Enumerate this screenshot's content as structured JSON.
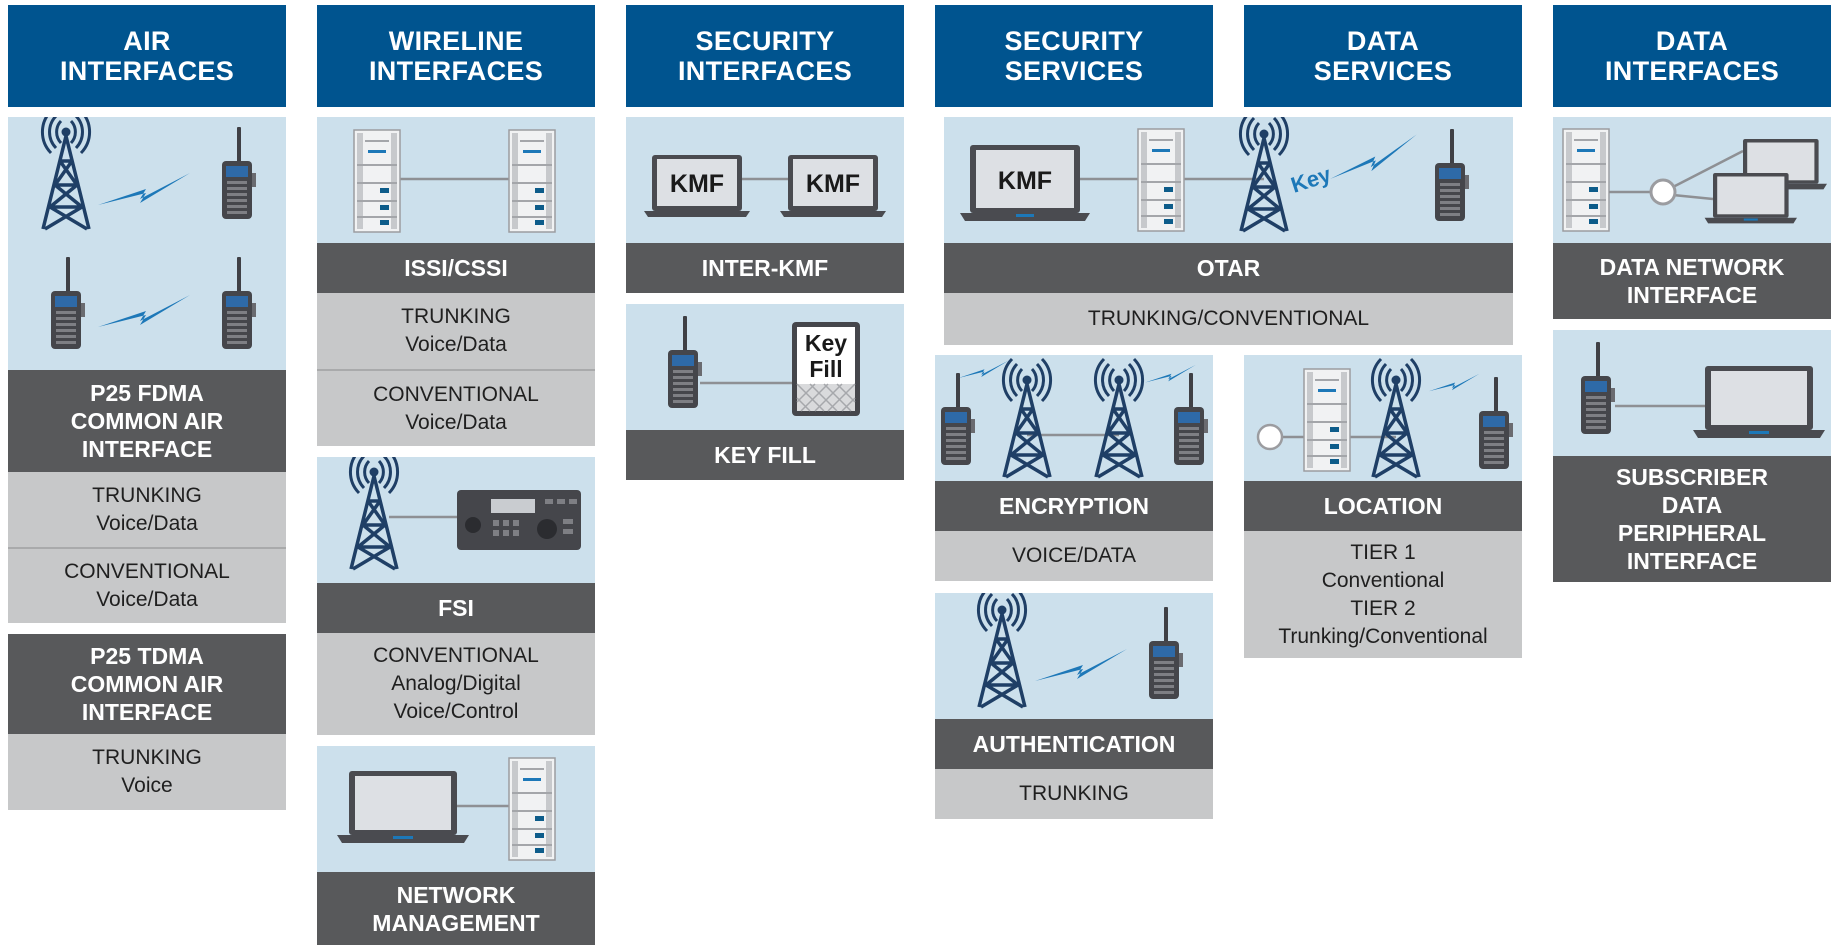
{
  "columns": {
    "air": "AIR\nINTERFACES",
    "wireline": "WIRELINE\nINTERFACES",
    "security_if": "SECURITY\nINTERFACES",
    "security_svc": "SECURITY\nSERVICES",
    "data_svc": "DATA\nSERVICES",
    "data_if": "DATA\nINTERFACES"
  },
  "fdma": {
    "title": "P25 FDMA\nCOMMON AIR\nINTERFACE",
    "trunking": "TRUNKING\nVoice/Data",
    "conventional": "CONVENTIONAL\nVoice/Data"
  },
  "tdma": {
    "title": "P25 TDMA\nCOMMON AIR\nINTERFACE",
    "trunking": "TRUNKING\nVoice"
  },
  "issi": {
    "title": "ISSI/CSSI",
    "trunking": "TRUNKING\nVoice/Data",
    "conventional": "CONVENTIONAL\nVoice/Data"
  },
  "fsi": {
    "title": "FSI",
    "conventional": "CONVENTIONAL\nAnalog/Digital\nVoice/Control"
  },
  "netmgmt": {
    "title": "NETWORK\nMANAGEMENT"
  },
  "interkmf": {
    "title": "INTER-KMF",
    "kmf1": "KMF",
    "kmf2": "KMF"
  },
  "keyfill": {
    "title": "KEY FILL",
    "device_l1": "Key",
    "device_l2": "Fill"
  },
  "otar": {
    "title": "OTAR",
    "sub": "TRUNKING/CONVENTIONAL",
    "kmf": "KMF",
    "key": "Key"
  },
  "encryption": {
    "title": "ENCRYPTION",
    "sub": "VOICE/DATA"
  },
  "location": {
    "title": "LOCATION",
    "sub": "TIER 1\nConventional\nTIER 2\nTrunking/Conventional"
  },
  "authentication": {
    "title": "AUTHENTICATION",
    "sub": "TRUNKING"
  },
  "datanet": {
    "title": "DATA NETWORK\nINTERFACE"
  },
  "subscriber": {
    "title": "SUBSCRIBER\nDATA\nPERIPHERAL\nINTERFACE"
  },
  "colors": {
    "header_blue": "#00548f",
    "picture_bg": "#cce0ec",
    "label_gray": "#58595b",
    "sub_gray": "#c7c8c9",
    "icon_navy": "#1f3f66",
    "lightning_blue": "#1d78b8"
  }
}
